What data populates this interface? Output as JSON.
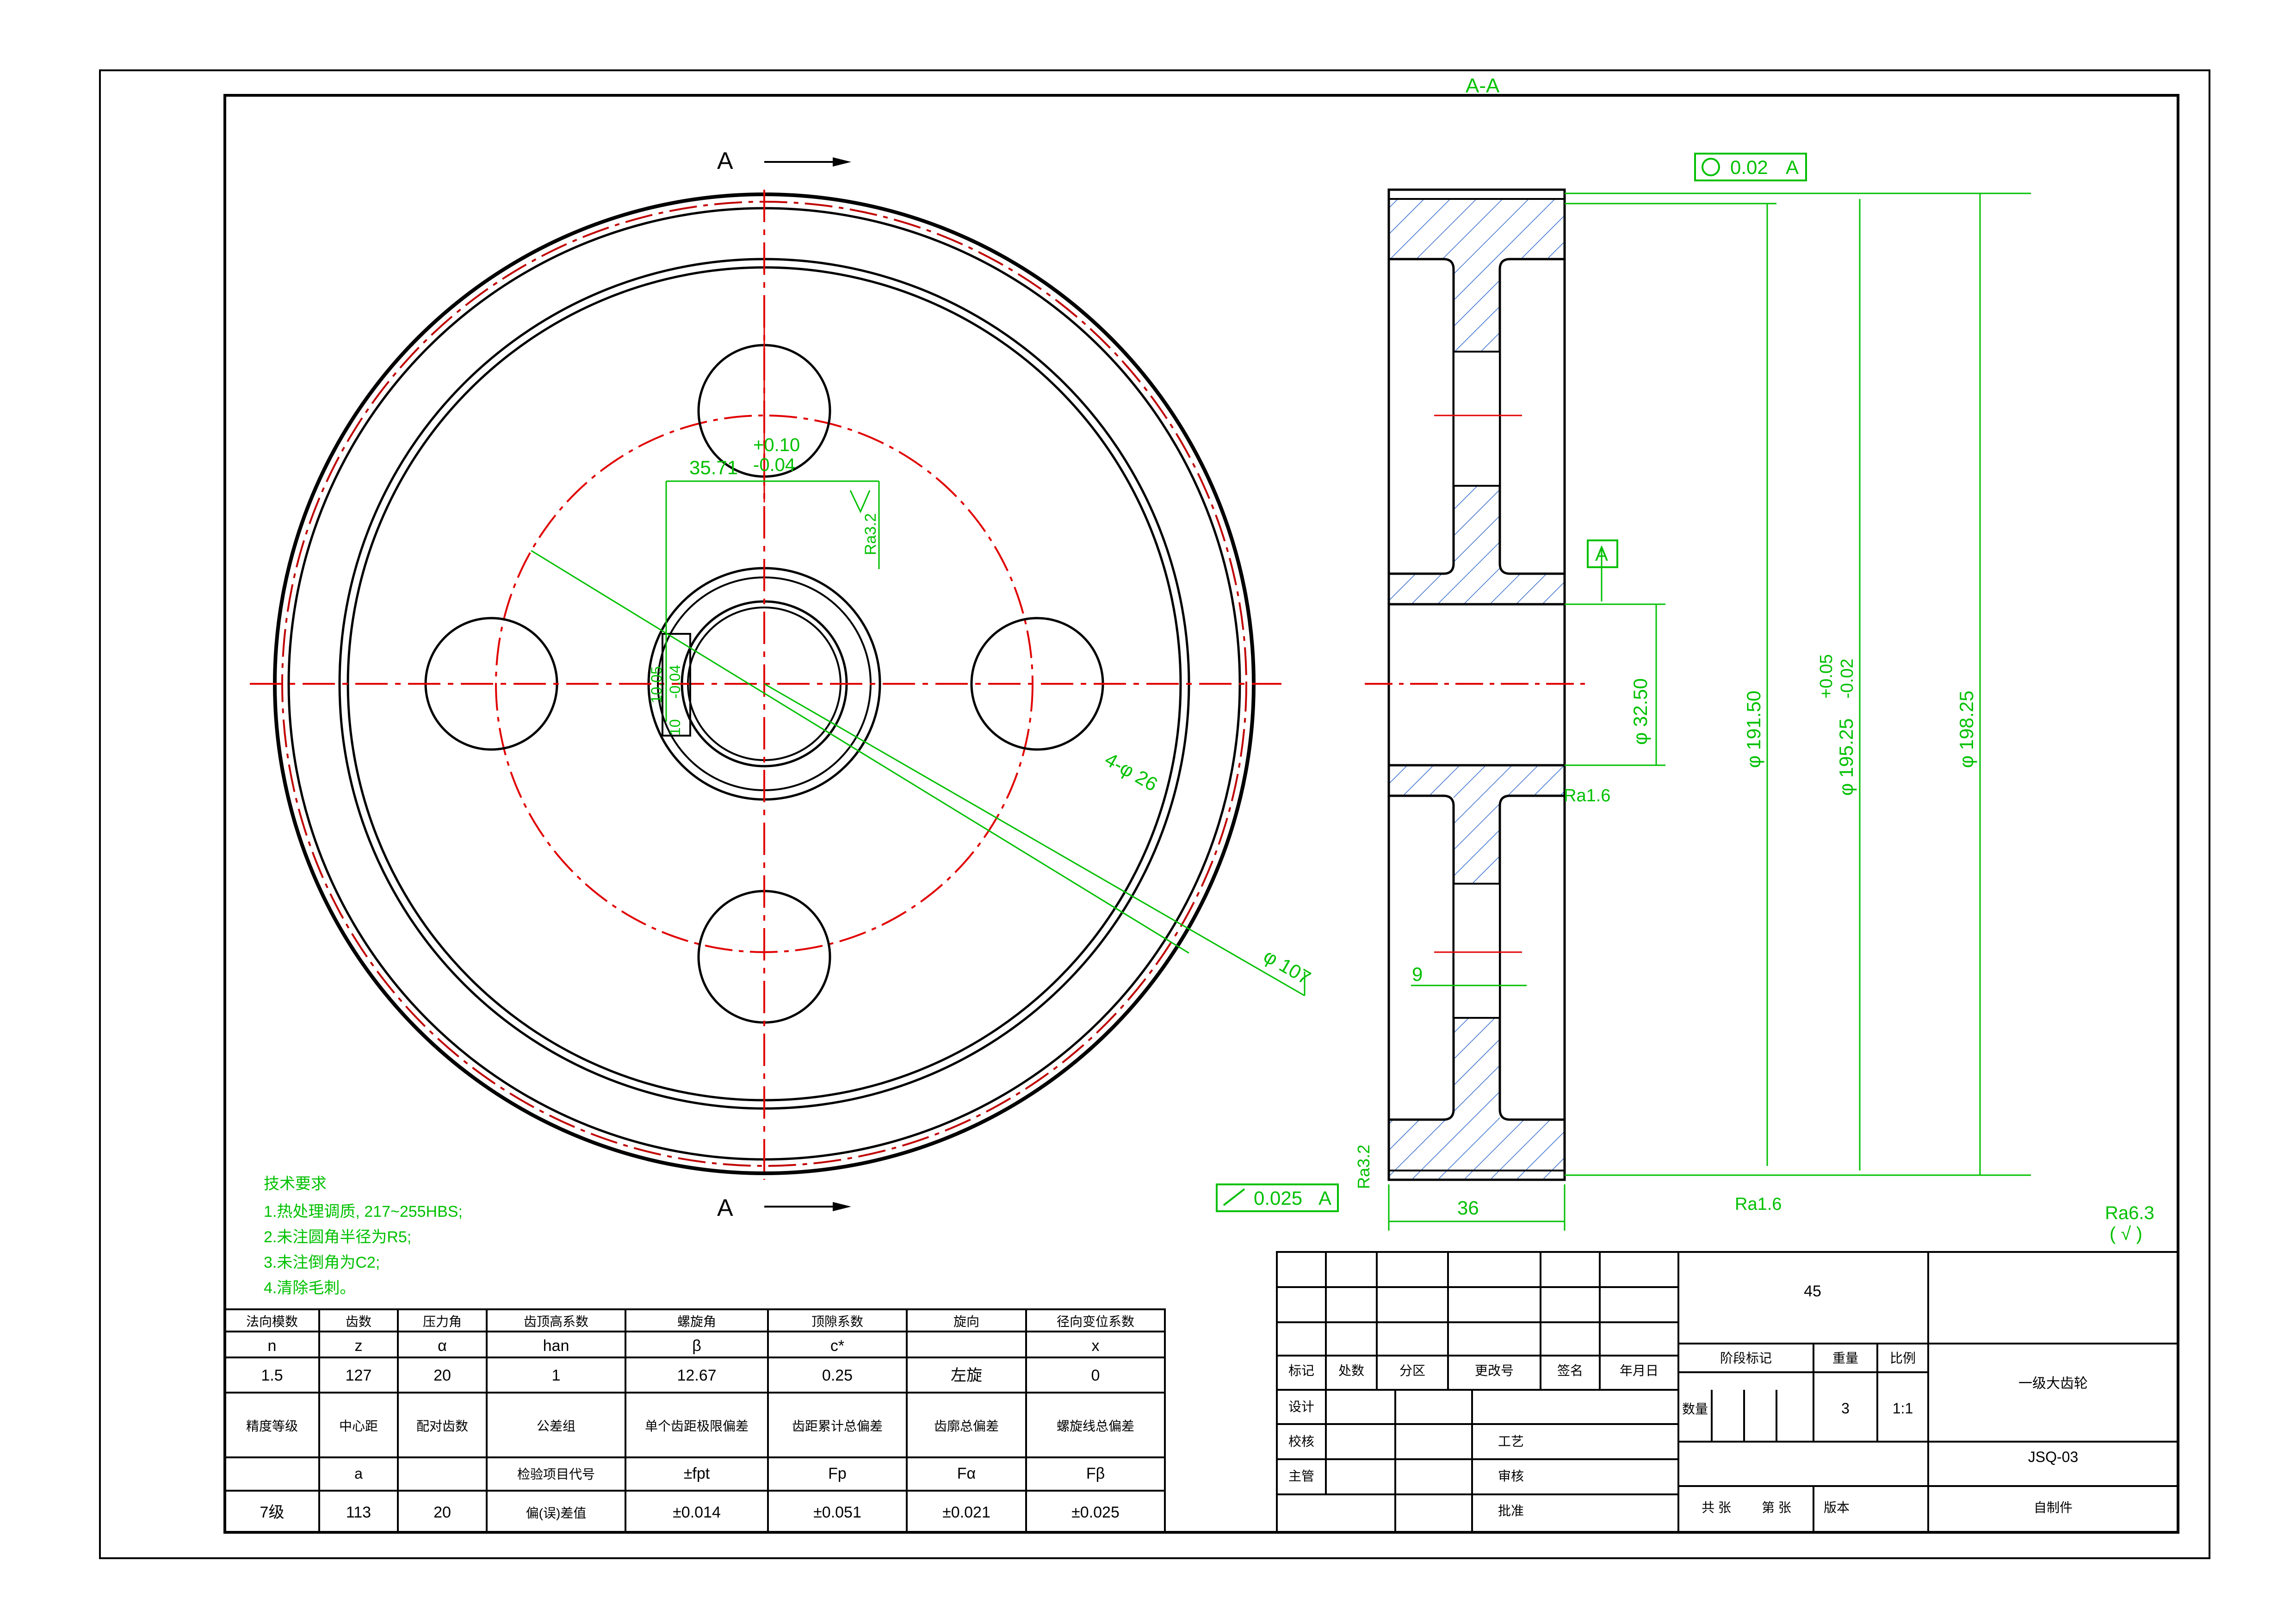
{
  "section_label": "A-A",
  "section_marks": [
    "A",
    "A"
  ],
  "dims": {
    "pos": "+0.10",
    "neg": "-0.04",
    "w": "35.71",
    "ra32": "Ra3.2",
    "key_a": "10.05",
    "key_b": "-0.04",
    "key_c": "10",
    "holes": "4-φ 26",
    "pcd": "φ 107",
    "ra16a": "Ra1.6",
    "bore": "φ 32.50",
    "d1": "φ 191.50",
    "d2": "φ 195.25",
    "d2_tol_a": "+0.05",
    "d2_tol_b": "-0.02",
    "d3": "φ 198.25",
    "web": "9",
    "width": "36",
    "ra32b": "Ra3.2",
    "ra16b": "Ra1.6",
    "ra63": "Ra6.3",
    "ra63_paren": "( √ )"
  },
  "gdt": {
    "concentric": {
      "value": "0.02",
      "datum": "A"
    },
    "runout": {
      "value": "0.025",
      "datum": "A"
    },
    "datum": "A"
  },
  "tech": {
    "title": "技术要求",
    "items": [
      "1.热处理调质, 217~255HBS;",
      "2.未注圆角半径为R5;",
      "3.未注倒角为C2;",
      "4.清除毛刺。"
    ]
  },
  "gear_table": {
    "headers": [
      "法向模数",
      "齿数",
      "压力角",
      "齿顶高系数",
      "螺旋角",
      "顶隙系数",
      "旋向",
      "径向变位系数"
    ],
    "symbols": [
      "n",
      "z",
      "α",
      "han",
      "β",
      "c*",
      "",
      "x"
    ],
    "values": [
      "1.5",
      "127",
      "20",
      "1",
      "12.67",
      "0.25",
      "左旋",
      "0"
    ],
    "headers2": [
      "精度等级",
      "中心距",
      "配对齿数",
      "公差组",
      "单个齿距极限偏差",
      "齿距累计总偏差",
      "齿廓总偏差",
      "螺旋线总偏差"
    ],
    "symbols2": [
      "",
      "a",
      "",
      "检验项目代号",
      "±fpt",
      "Fp",
      "Fα",
      "Fβ"
    ],
    "values2": [
      "7级",
      "113",
      "20",
      "偏(误)差值",
      "±0.014",
      "±0.051",
      "±0.021",
      "±0.025"
    ]
  },
  "title_block": {
    "material": "45",
    "part_name": "一级大齿轮",
    "drawing_no": "JSQ-03",
    "source": "自制件",
    "headers": [
      "标记",
      "处数",
      "分区",
      "更改号",
      "签名",
      "年月日"
    ],
    "roles": [
      "设计",
      "校核",
      "主管"
    ],
    "mid_roles": [
      "工艺",
      "审核",
      "批准"
    ],
    "stage": "阶段标记",
    "weight": "重量",
    "scale": "比例",
    "qty_label": "数量",
    "qty": "3",
    "scale_val": "1:1",
    "sheets": "共 张",
    "sheet": "第 张",
    "version": "版本"
  }
}
